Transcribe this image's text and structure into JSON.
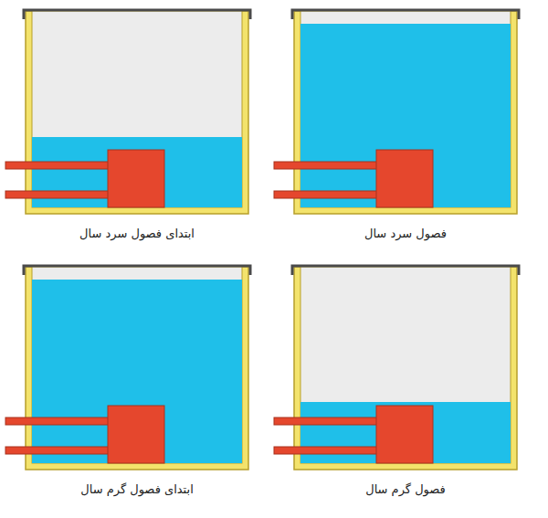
{
  "diagram": {
    "labels": [
      "ابتدای فصول سرد سال",
      "فصول سرد سال",
      "ابتدای فصول گرم سال",
      "فصول گرم سال"
    ]
  }
}
